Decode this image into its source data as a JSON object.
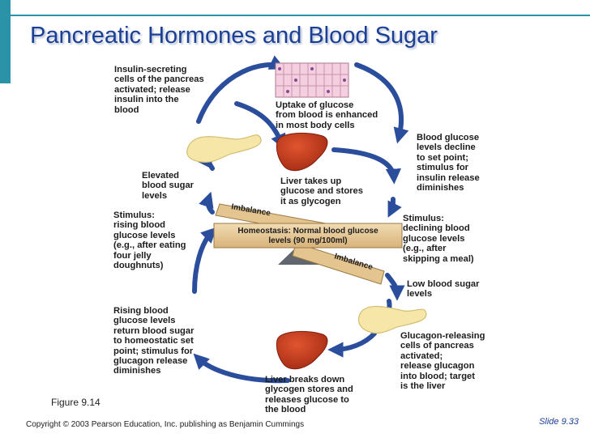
{
  "title": "Pancreatic Hormones and Blood Sugar",
  "labels": {
    "insulin_secreting": "Insulin-secreting\ncells of the pancreas\nactivated; release\ninsulin into the\nblood",
    "uptake_glucose": "Uptake of glucose\nfrom blood is enhanced\nin most body cells",
    "blood_glucose_decline": "Blood glucose\nlevels decline\nto set point;\nstimulus for\ninsulin release\ndiminishes",
    "elevated_blood_sugar": "Elevated\nblood sugar\nlevels",
    "liver_takes_up": "Liver takes up\nglucose and stores\nit as glycogen",
    "stimulus_rising": "Stimulus:\nrising blood\nglucose levels\n(e.g., after eating\nfour jelly\ndoughnuts)",
    "stimulus_declining": "Stimulus:\ndeclining blood\nglucose levels\n(e.g., after\nskipping a meal)",
    "low_blood_sugar": "Low blood sugar\nlevels",
    "rising_return": "Rising blood\nglucose levels\nreturn blood sugar\nto homeostatic set\npoint; stimulus for\nglucagon release\ndiminishes",
    "glucagon_releasing": "Glucagon-releasing\ncells of pancreas\nactivated;\nrelease glucagon\ninto blood; target\nis the liver",
    "liver_breaks_down": "Liver breaks down\nglycogen stores and\nreleases glucose to\nthe blood"
  },
  "balance": {
    "imbalance_top": "Imbalance",
    "imbalance_bottom": "Imbalance",
    "homeostasis_line1": "Homeostasis: Normal blood glucose",
    "homeostasis_line2": "levels (90 mg/100ml)"
  },
  "figure_caption": "Figure 9.14",
  "copyright": "Copyright © 2003 Pearson Education, Inc. publishing as Benjamin Cummings",
  "slide_number": "Slide 9.33",
  "colors": {
    "title": "#1c3f96",
    "accent": "#2a93a8",
    "arrow": "#2a4d9c",
    "board": "#e7c998",
    "liver": "#c0391b",
    "pancreas": "#f6e6a8"
  }
}
